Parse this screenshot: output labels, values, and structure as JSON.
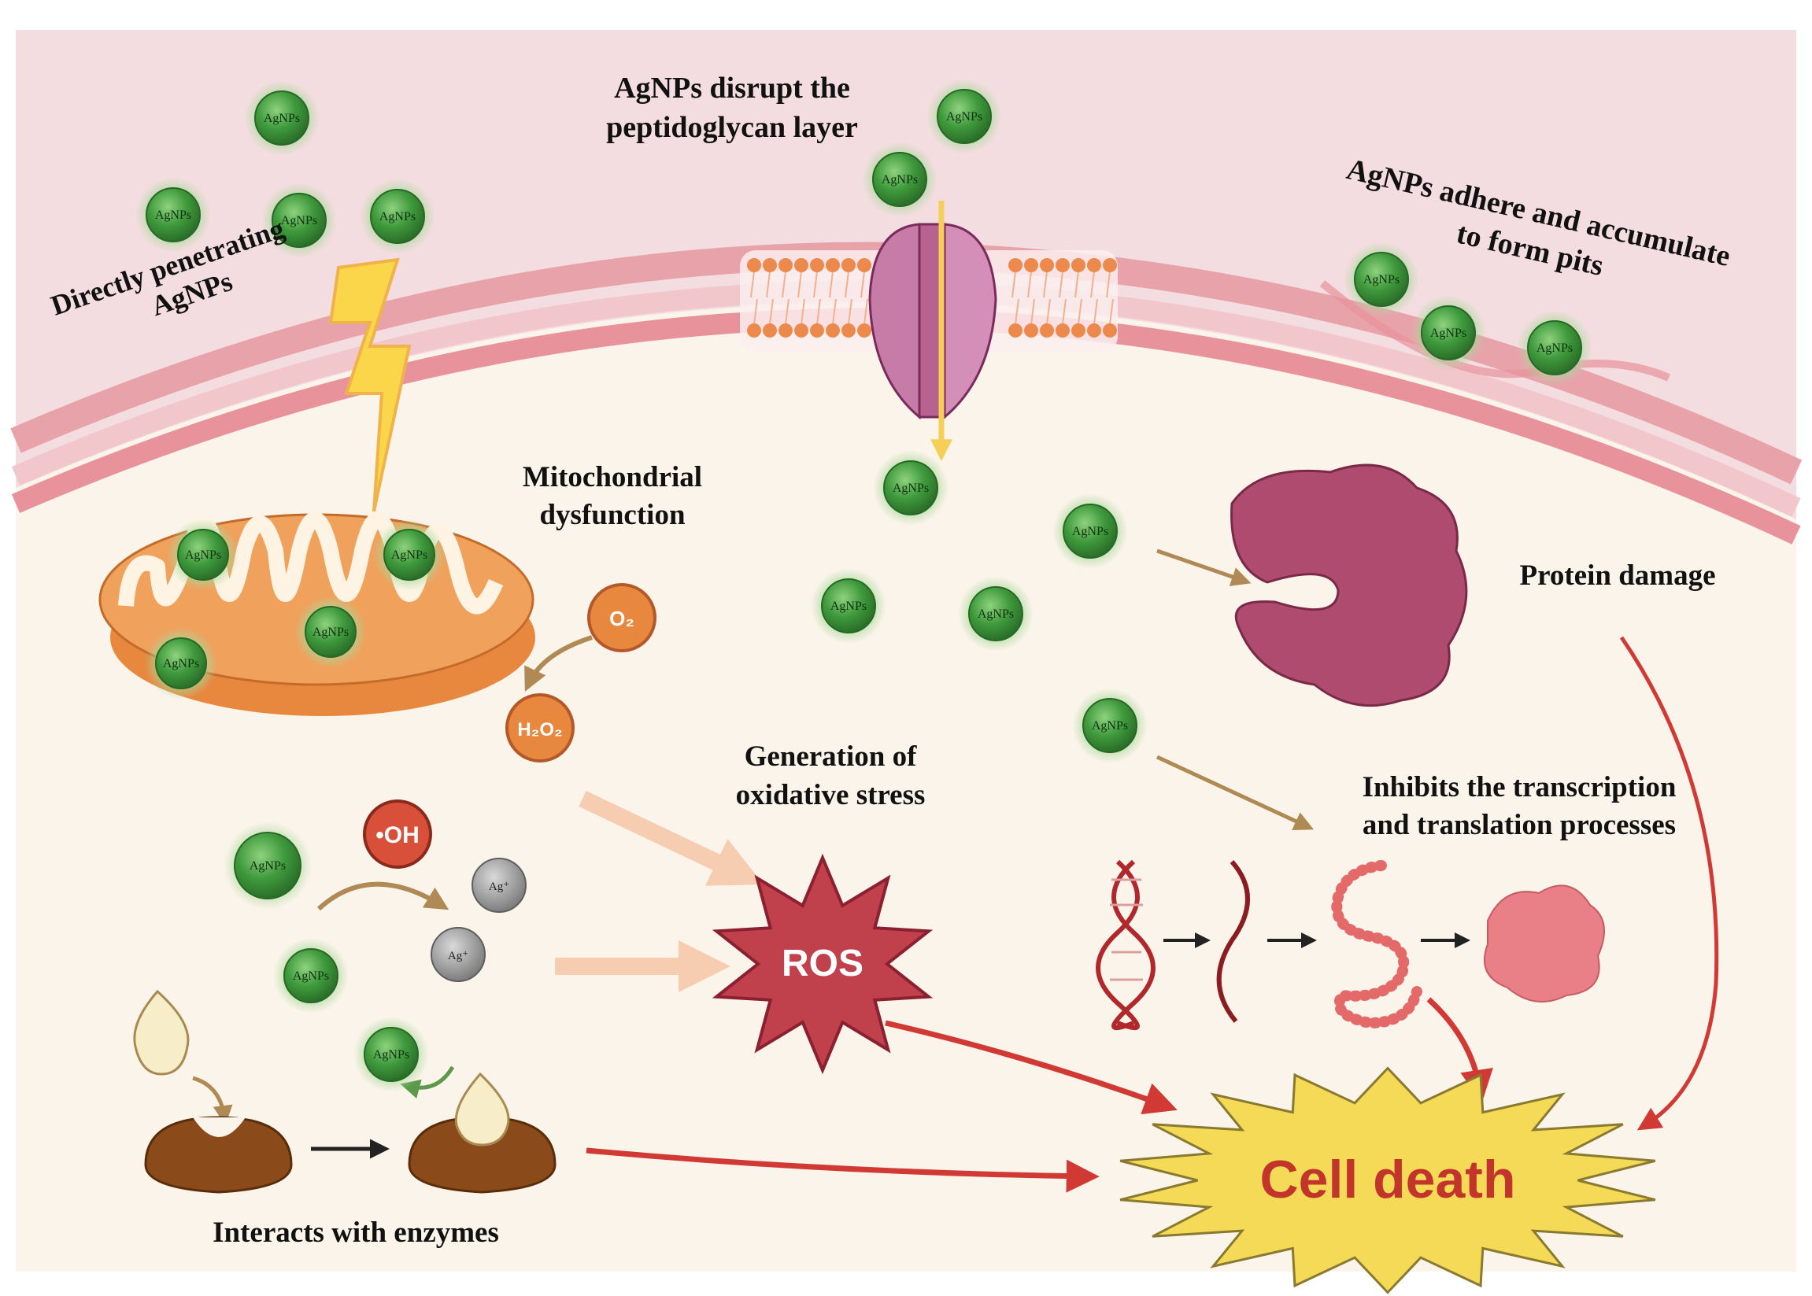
{
  "labels": {
    "directly_penetrating_1": "Directly penetrating",
    "directly_penetrating_2": "AgNPs",
    "disrupt_1": "AgNPs disrupt the",
    "disrupt_2": "peptidoglycan layer",
    "adhere_1": "AgNPs adhere and accumulate",
    "adhere_2": "to form pits",
    "mito_1": "Mitochondrial",
    "mito_2": "dysfunction",
    "protein_damage": "Protein damage",
    "oxidative_1": "Generation of",
    "oxidative_2": "oxidative stress",
    "inhibits_1": "Inhibits the transcription",
    "inhibits_2": "and translation processes",
    "enzymes": "Interacts with enzymes",
    "ros": "ROS",
    "cell_death": "Cell death"
  },
  "chem": {
    "o2": "O₂",
    "h2o2": "H₂O₂",
    "oh": "•OH",
    "ag_ion": "Ag⁺"
  },
  "particle_label": "AgNPs",
  "colors": {
    "outside": "#f4dde0",
    "cytoplasm": "#fbf4ea",
    "membrane": "#e8929b",
    "particle": "#3f9a3c",
    "mitochondrion": "#f0a15c",
    "ros_burst": "#c0404b",
    "cell_death_burst": "#f5da57",
    "cell_death_text": "#c1352b",
    "arrow_red": "#d13a34",
    "arrow_brown": "#b08a54",
    "arrow_pale": "#f6cdb0"
  }
}
